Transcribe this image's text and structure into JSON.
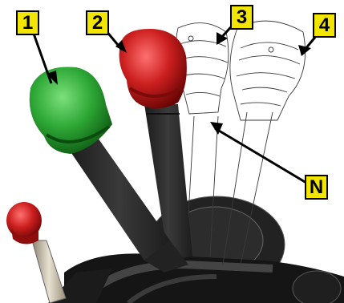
{
  "callouts": {
    "c1": "1",
    "c2": "2",
    "c3": "3",
    "c4": "4",
    "cN": "N"
  },
  "colors": {
    "callout_fill": "#f2e600",
    "lever_arm": "#2b2b2b",
    "knob_green": "#2ea836",
    "knob_red": "#cc1f1f",
    "ghost_outline": "#3a3a3a",
    "base": "#1a1a1a"
  },
  "icons": [
    "lever-1-green-knob",
    "lever-2-red-knob",
    "lever-ghost-position-3",
    "lever-ghost-position-4",
    "small-red-knob-lever"
  ]
}
